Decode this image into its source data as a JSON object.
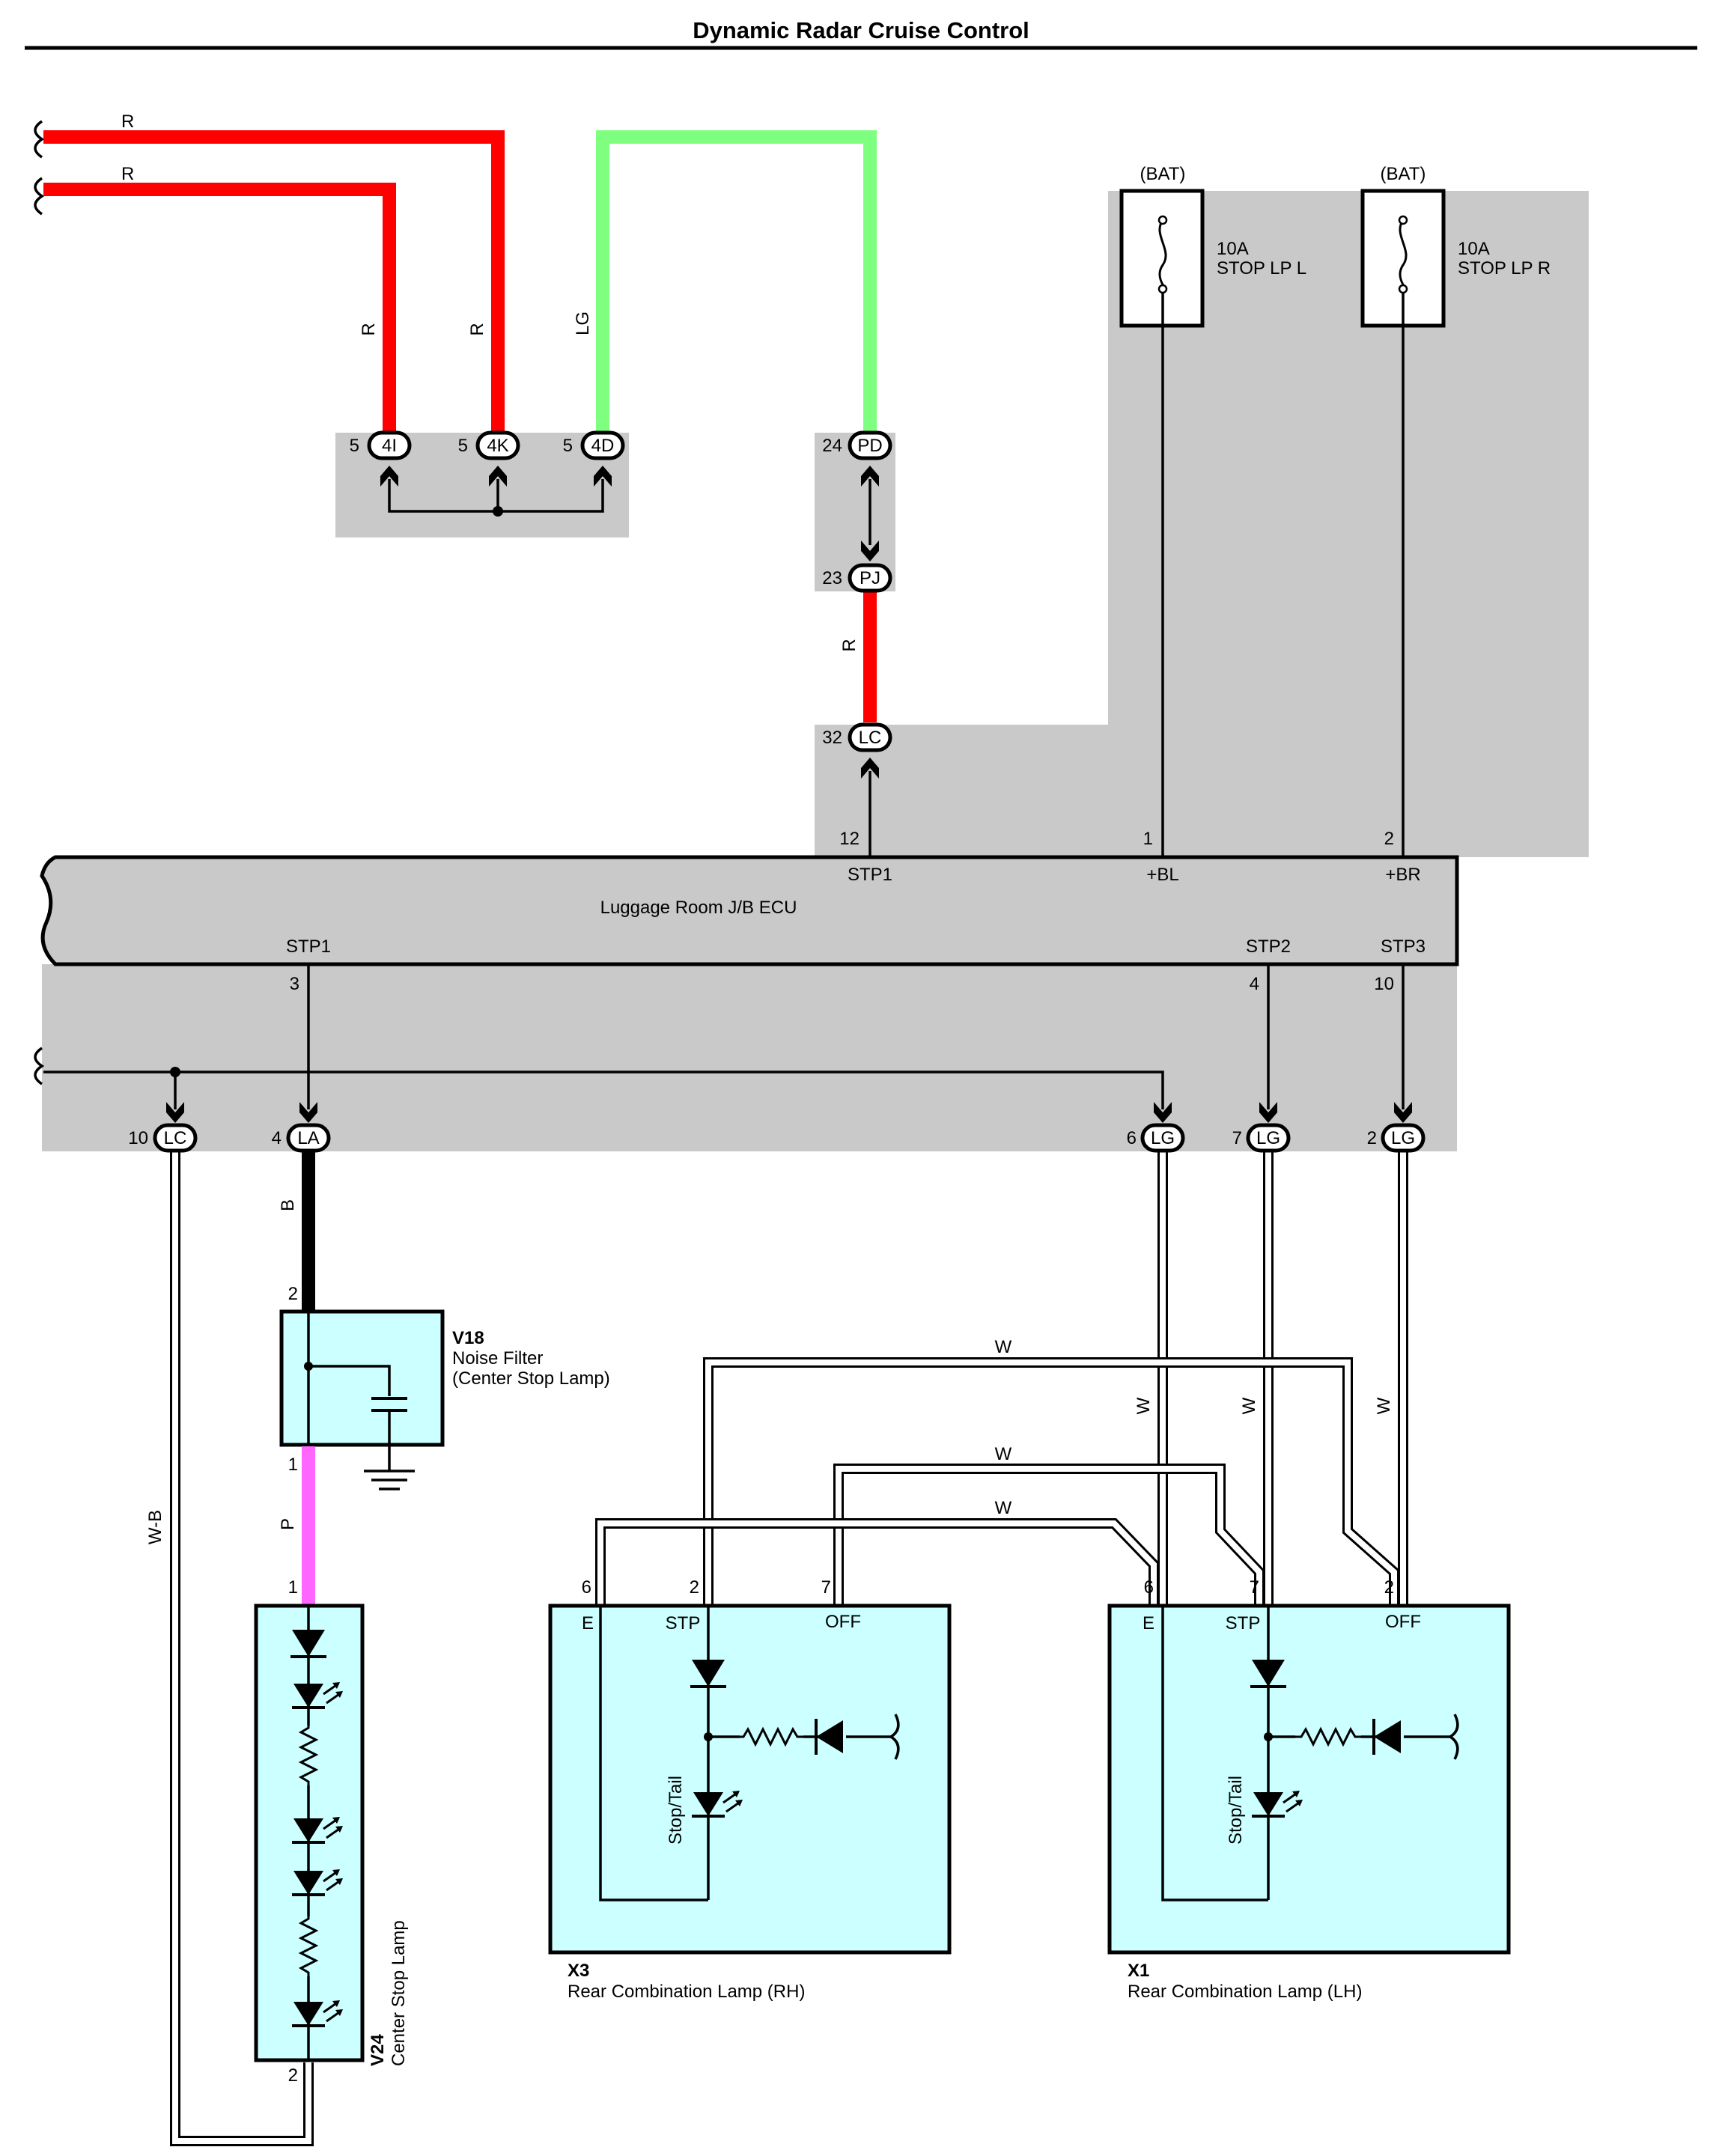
{
  "title": "Dynamic Radar Cruise Control",
  "colors": {
    "R": "#ff0000",
    "LG": "#7fff7f",
    "B": "#000000",
    "P": "#ff66ff",
    "W": "#ffffff",
    "W-B": "#ffffff",
    "component_fill": "#ccffff",
    "shade": "#c9c9c9"
  },
  "wire_labels": {
    "r_top1": "R",
    "r_top2": "R",
    "r_v1": "R",
    "r_v2": "R",
    "lg_v": "LG",
    "r_pj": "R",
    "b_la": "B",
    "p_v18": "P",
    "wb": "W-B",
    "w_h1": "W",
    "w_h2": "W",
    "w_h3": "W",
    "w_v1": "W",
    "w_v2": "W",
    "w_v3": "W"
  },
  "fuses": [
    {
      "source": "(BAT)",
      "rating": "10A",
      "name": "STOP LP L"
    },
    {
      "source": "(BAT)",
      "rating": "10A",
      "name": "STOP LP R"
    }
  ],
  "connectors": {
    "c4I": {
      "id": "4I",
      "pin": "5"
    },
    "c4K": {
      "id": "4K",
      "pin": "5"
    },
    "c4D": {
      "id": "4D",
      "pin": "5"
    },
    "cPD": {
      "id": "PD",
      "pin": "24"
    },
    "cPJ": {
      "id": "PJ",
      "pin": "23"
    },
    "cLCtop": {
      "id": "LC",
      "pin": "32"
    },
    "cLCbot": {
      "id": "LC",
      "pin": "10"
    },
    "cLA": {
      "id": "LA",
      "pin": "4"
    },
    "cLG1": {
      "id": "LG",
      "pin": "6"
    },
    "cLG2": {
      "id": "LG",
      "pin": "7"
    },
    "cLG3": {
      "id": "LG",
      "pin": "2"
    }
  },
  "ecu": {
    "name": "Luggage Room J/B ECU",
    "top_terminals": [
      {
        "pin": "12",
        "label": "STP1"
      },
      {
        "pin": "1",
        "label": "+BL"
      },
      {
        "pin": "2",
        "label": "+BR"
      }
    ],
    "bottom_terminals": [
      {
        "pin": "3",
        "label": "STP1"
      },
      {
        "pin": "4",
        "label": "STP2"
      },
      {
        "pin": "10",
        "label": "STP3"
      }
    ]
  },
  "v18": {
    "code": "V18",
    "name": "Noise Filter",
    "sub": "(Center Stop Lamp)",
    "pin_top": "2",
    "pin_bottom": "1"
  },
  "v24": {
    "code": "V24",
    "name": "Center Stop Lamp",
    "pin_top": "1",
    "pin_bottom": "2"
  },
  "x3": {
    "code": "X3",
    "name": "Rear Combination Lamp (RH)",
    "pins": [
      "6",
      "2",
      "7"
    ],
    "terminals": [
      "E",
      "STP",
      "OFF"
    ],
    "bulb": "Stop/Tail"
  },
  "x1": {
    "code": "X1",
    "name": "Rear Combination Lamp (LH)",
    "pins": [
      "6",
      "7",
      "2"
    ],
    "terminals": [
      "E",
      "STP",
      "OFF"
    ],
    "bulb": "Stop/Tail"
  }
}
